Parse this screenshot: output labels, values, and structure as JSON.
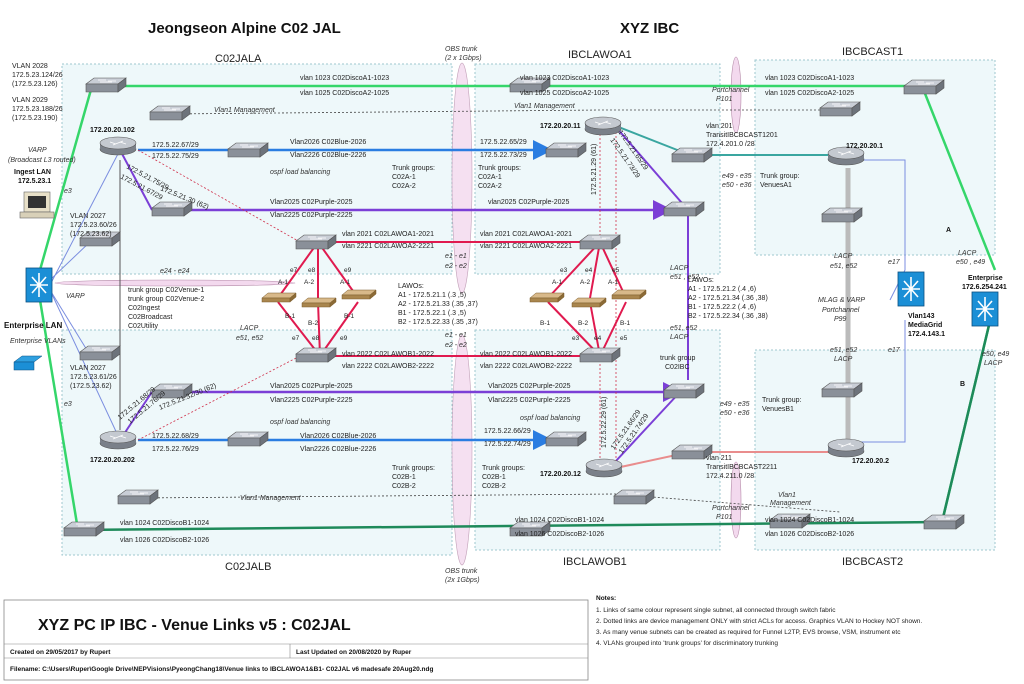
{
  "titles": {
    "left": "Jeongseon Alpine  C02 JAL",
    "right": "XYZ IBC"
  },
  "zones": {
    "c02jala": "C02JALA",
    "c02jalb": "C02JALB",
    "ibclawoa1": "IBCLAWOA1",
    "ibclawob1": "IBCLAWOB1",
    "ibcbcast1": "IBCBCAST1",
    "ibcbcast2": "IBCBCAST2"
  },
  "obs": {
    "top1": "OBS trunk",
    "top2": "(2 x 1Gbps)",
    "bottom1": "OBS trunk",
    "bottom2": "(2x 1Gbps)"
  },
  "left": {
    "vlan2028_1": "VLAN 2028",
    "vlan2028_2": "172.5.23.124/26",
    "vlan2028_3": "(172.5.23.126)",
    "vlan2029_1": "VLAN 2029",
    "vlan2029_2": "172.5.23.188/26",
    "vlan2029_3": "(172.5.23.190)",
    "varp1": "VARP",
    "varp2": "(Broadcast L3 routed)",
    "ingest1": "Ingest LAN",
    "ingest2": "172.5.23.1",
    "e3a": "e3",
    "e3b": "e3",
    "vlan2027a_1": "VLAN 2027",
    "vlan2027a_2": "172.5.23.60/26",
    "vlan2027a_3": "(172.5.23.62)",
    "vlan2027b_1": "VLAN 2027",
    "vlan2027b_2": "172.5.23.61/26",
    "vlan2027b_3": "(172.5.23.62)",
    "varp3": "VARP",
    "enterprise": "Enterprise LAN",
    "enterprise_vlans": "Enterprise VLANs",
    "e24": "e24 - e24"
  },
  "routers": {
    "r102": "172.20.20.102",
    "r202": "172.20.20.202",
    "r11": "172.20.20.11",
    "r12": "172.20.20.12",
    "r1": "172.20.20.1",
    "r2": "172.20.20.2"
  },
  "links": {
    "vlan1023": "vlan 1023   C02DiscoA1-1023",
    "vlan1025": "vlan 1025   C02DiscoA2-1025",
    "vlan1024": "vlan 1024   C02DiscoB1-1024",
    "vlan1026": "vlan 1026   C02DiscoB2-1026",
    "vlan1024b": "vlan 1024   C02DiscoB1-1024",
    "vlan1026b": "vlan 1026   C02DiscoB2-1026",
    "vlan1023b": "vlan 1023   C02DiscoA1-1023",
    "vlan1025b": "vlan 1025   C02DiscoA2-1025",
    "vlan1mgmt_a": "Vlan1 Management",
    "vlan1mgmt_b": "Vlan1 Management",
    "vlan1mgmt_c": "Vlan1 Management",
    "vlan1mgmt_d1": "Vlan1",
    "vlan1mgmt_d2": "Management",
    "a_ip1": "172.5.22.67/29",
    "a_ip2": "172.5.22.75/29",
    "blue2026a": "Vlan2026  C02Blue-2026",
    "blue2226a": "Vlan2226  C02Blue-2226",
    "a_ip3": "172.5.22.65/29",
    "a_ip4": "172.5.22.73/29",
    "b_ip1": "172.5.22.68/29",
    "b_ip2": "172.5.22.76/29",
    "blue2026b": "Vlan2026  C02Blue-2026",
    "blue2226b": "Vlan2226  C02Blue-2226",
    "b_ip3": "172.5.22.66/29",
    "b_ip4": "172.5.22.74/29",
    "purple2025a": "Vlan2025  C02Purple-2025",
    "purple2225a": "Vlan2225  C02Purple-2225",
    "purple2025b": "vlan2025  C02Purple-2025",
    "purple2025c": "Vlan2025  C02Purple-2025",
    "purple2225c": "Vlan2225  C02Purple-2225",
    "purple2025d": "Vlan2025  C02Purple-2025",
    "purple2225d": "Vlan2225  C02Purple-2225",
    "lawoa2021a": "vlan 2021  C02LAWOA1-2021",
    "lawoa2221a": "vlan 2221  C02LAWOA2-2221",
    "lawoa2021b": "vlan 2021  C02LAWOA1-2021",
    "lawoa2221b": "vlan 2221  C02LAWOA2-2221",
    "lawob2022a": "vlan 2022  C02LAWOB1-2022",
    "lawob2222a": "vlan 2222  C02LAWOB2-2222",
    "lawob2022b": "vlan 2022  C02LAWOB1-2022",
    "lawob2222b": "vlan 2222  C02LAWOB2-2222",
    "e1e1a": "e1 - e1",
    "e2e2a": "e2 - e2",
    "e1e1b": "e1 - e1",
    "e2e2b": "e2 - e2",
    "ospf_a": "ospf load balancing",
    "ospf_b": "ospf load balancing",
    "diag1": "172.5.21.30 (62)",
    "diag2": "172.5.21.67/29",
    "diag3": "172.5.21.68/29",
    "diag4": "172.5.21.76/29",
    "diag5": "172.5.21.32/30 (62)",
    "diag6": "172.5.21.29 (61)",
    "diag7": "172.5.21.65/29",
    "diag8": "172.5.21.73/29",
    "diag9": "172.5.22.29 (61)",
    "diag10": "172.5.21.66/29",
    "diag11": "172.5.21.74/29",
    "diag12": "172.5.21.75/29",
    "diag13": "172.5.21.67/29"
  },
  "trunks": {
    "a1": "Trunk groups:",
    "a2": "C02A-1",
    "a3": "C02A-2",
    "b1": "Trunk groups:",
    "b2": "C02A-1",
    "b3": "C02A-2",
    "c1": "Trunk groups:",
    "c2": "C02B-1",
    "c3": "C02B-2",
    "d1": "Trunk groups:",
    "d2": "C02B-1",
    "d3": "C02B-2",
    "venue1": "trunk group C02Venue-1",
    "venue2": "trunk group C02Venue-2",
    "venue3": "C02Ingest",
    "venue4": "C02Broadcast",
    "venue5": "C02Utility",
    "ibc1": "trunk group",
    "ibc2": "C02IBC",
    "venuesa1": "Trunk group:",
    "venuesa2": "VenuesA1",
    "venuesb1": "Trunk group:",
    "venuesb2": "VenuesB1"
  },
  "lawo": {
    "l1": "LAWOs:",
    "l2": "A1 - 172.5.21.1 (.3 ,5)",
    "l3": "A2 - 172.5.21.33 (.35 ,37)",
    "l4": "B1 - 172.5.22.1 (.3 ,5)",
    "l5": "B2 - 172.5.22.33 (.35 ,37)",
    "r1": "LAWOs:",
    "r2": "A1 - 172.5.21.2 (.4 ,6)",
    "r3": "A2 - 172.5.21.34 (.36 ,38)",
    "r4": "B1 - 172.5.22.2 (.4 ,6)",
    "r5": "B2 - 172.5.22.34 (.36 ,38)"
  },
  "ports": {
    "e7a": "e7",
    "e8a": "e8",
    "e9a": "e9",
    "a1a": "A-1",
    "a2a": "A-2",
    "a3a": "A-1",
    "b1a": "B-1",
    "b2a": "B-2",
    "b3a": "B-1",
    "e7b": "e7",
    "e8b": "e8",
    "e9b": "e9",
    "e3a": "e3",
    "e4a": "e4",
    "e5a": "e5",
    "a1b": "A-1",
    "a2b": "A-2",
    "a3b": "A-1",
    "b1b": "B-1",
    "b2b": "B-2",
    "b3b": "B-1",
    "e3b": "e3",
    "e4b": "e4",
    "e5b": "e5",
    "lacp_a": "LACP",
    "lacp_a2": "e51, e52",
    "lacp_b": "LACP",
    "lacp_b2": "e51 , e52",
    "lacp_c": "LACP",
    "lacp_c2": "e51, e52",
    "lacp_d": "LACP",
    "lacp_d2": "e51, e52",
    "lacp_e": "e51, e52",
    "lacp_e2": "LACP"
  },
  "bcast": {
    "tb1": "vlan 201",
    "tb2": "TransitIBCBCAST1201",
    "tb3": "172.4.201.0 /28",
    "tb4": "vlan 211",
    "tb5": "TransitIBCBCAST2211",
    "tb6": "172.4.211.0 /28",
    "pc1": "Portchannel",
    "pc2": "P101",
    "pc3": "Portchannel",
    "pc4": "P101",
    "e49a": "e49 - e35",
    "e50a": "e50 - e36",
    "e49b": "e49 - e35",
    "e50b": "e50 - e36",
    "mlag1": "MLAG & VARP",
    "mlag2": "Portchannel",
    "mlag3": "P99",
    "lacp_ib1": "LACP",
    "lacp_ib2": "e51, e52",
    "lacp_ib3": "e51, e52",
    "lacp_ib4": "LACP",
    "mediagrid1": "Vlan143",
    "mediagrid2": "MediaGrid",
    "mediagrid3": "172.4.143.1",
    "e17a": "e17",
    "e17b": "e17",
    "enterprise1": "Enterprise",
    "enterprise2": "172.6.254.241",
    "lacp_ent1": "LACP",
    "lacp_ent2": "e50 , e49",
    "lacp_ent3": "e50, e49",
    "lacp_ent4": "LACP",
    "labelA": "A",
    "labelB": "B"
  },
  "footer": {
    "title": "XYZ PC IP IBC - Venue Links v5 : C02JAL",
    "created": "Created on 29/05/2017 by Rupert",
    "updated": "Last Updated on 20/08/2020 by Ruper",
    "filename": "Filename:  C:\\Users\\Ruper\\Google Drive\\NEPVisions\\PyeongChang18\\Venue links to IBCLAWOA1&B1- C02JAL v6 madesafe 20Aug20.ndg"
  },
  "notes": {
    "heading": "Notes:",
    "n1": "1. Links of same colour represent single subnet, all connected through switch fabric",
    "n2": "2. Dotted links are device management ONLY with strict ACLs for access. Graphics VLAN to Hockey NOT shown.",
    "n3": "3. As many venue subnets can be created as required for Funnel L2TP, EVS browse, VSM, instrument etc",
    "n4": "4. VLANs grouped into 'trunk groups' for discriminatory trunking"
  }
}
